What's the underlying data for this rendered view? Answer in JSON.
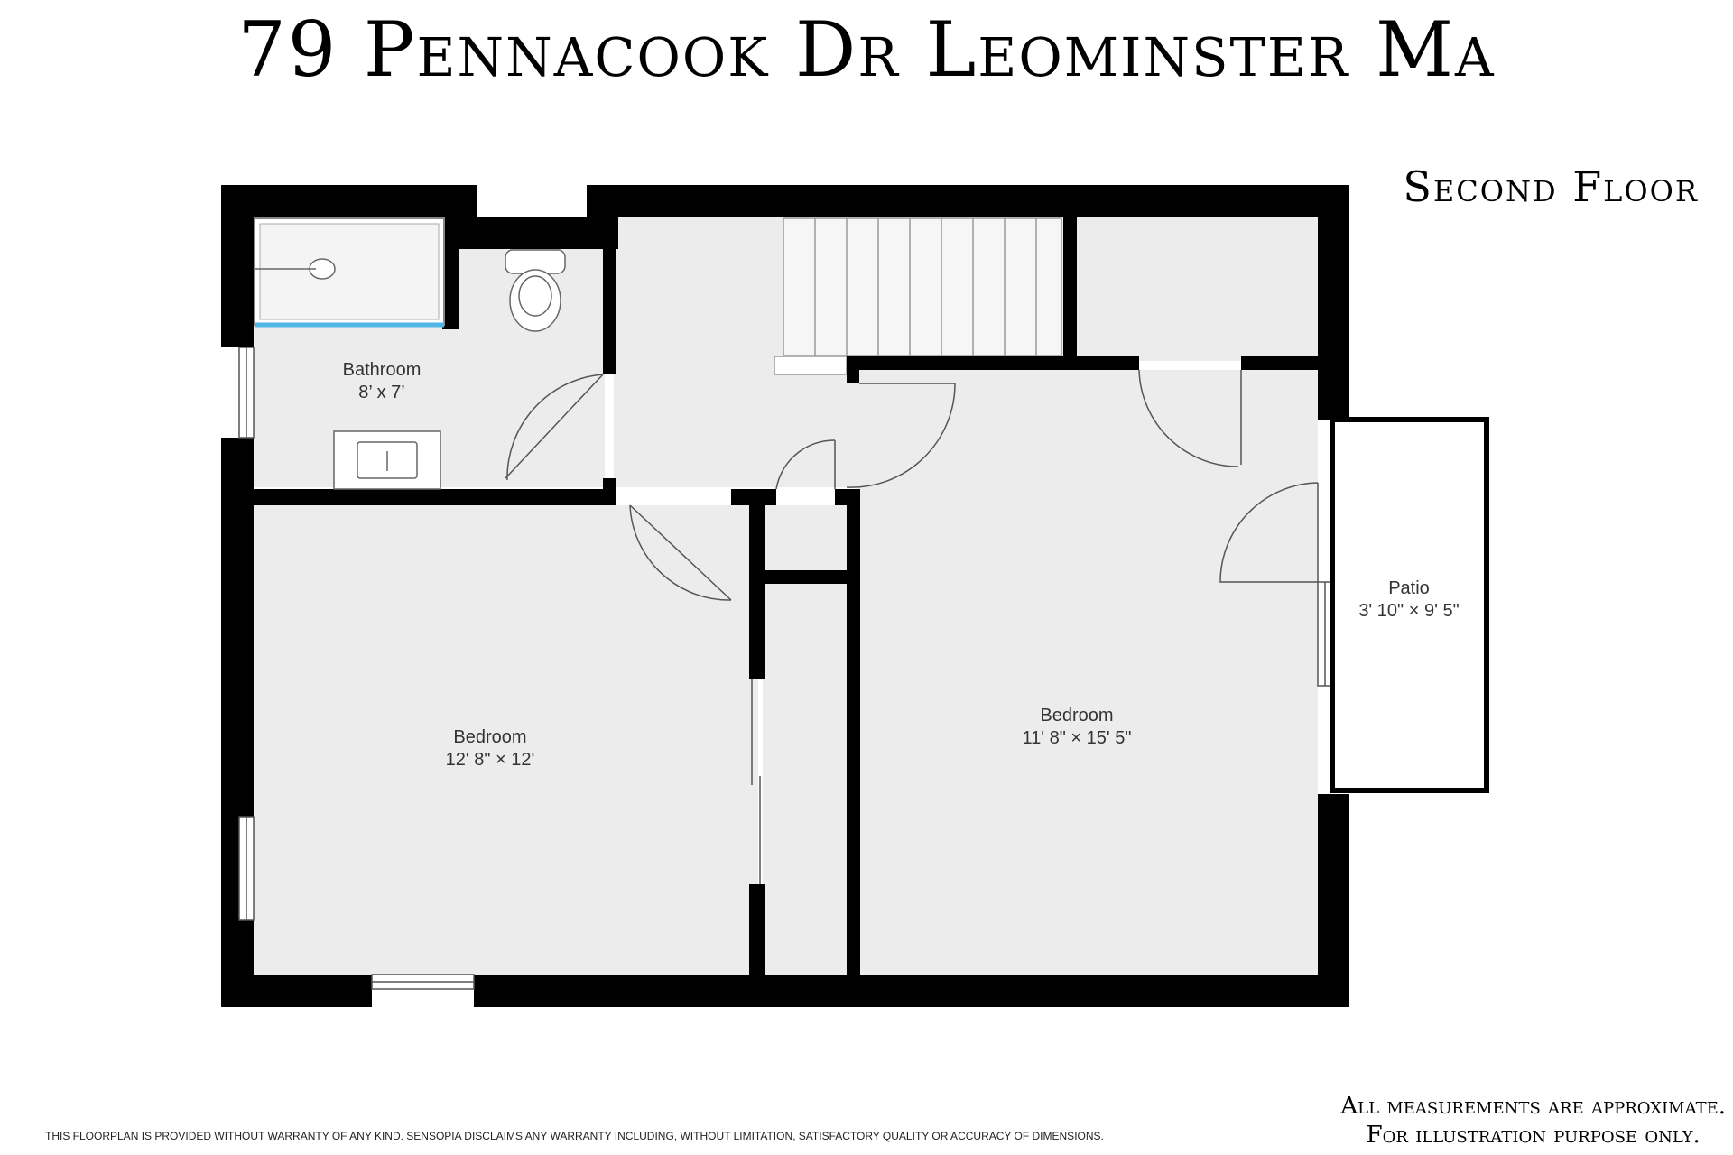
{
  "title": "79 Pennacook Dr Leominster Ma",
  "floor_label": "Second Floor",
  "rooms": {
    "bathroom": {
      "name": "Bathroom",
      "dims": "8’ x 7’"
    },
    "bedroom_left": {
      "name": "Bedroom",
      "dims": "12' 8\" × 12'"
    },
    "bedroom_right": {
      "name": "Bedroom",
      "dims": "11' 8\" × 15' 5\""
    },
    "patio": {
      "name": "Patio",
      "dims": "3' 10\" × 9' 5\""
    }
  },
  "notes": {
    "line1": "All measurements are approximate.",
    "line2": "For illustration purpose only."
  },
  "disclaimer": "THIS FLOORPLAN IS PROVIDED WITHOUT WARRANTY OF ANY KIND. SENSOPIA DISCLAIMS ANY WARRANTY INCLUDING, WITHOUT LIMITATION, SATISFACTORY QUALITY OR ACCURACY OF DIMENSIONS.",
  "colors": {
    "wall": "#000000",
    "floor": "#ececec",
    "shower_edge": "#4fb6e6"
  }
}
